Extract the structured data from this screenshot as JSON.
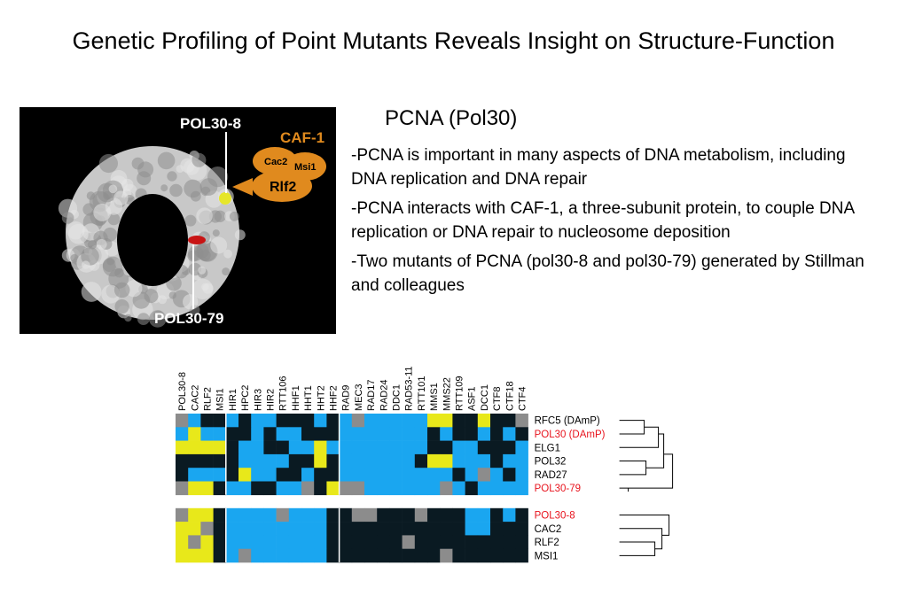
{
  "slide": {
    "title": "Genetic Profiling of Point Mutants Reveals Insight on Structure-Function"
  },
  "figure": {
    "labels": {
      "top": "POL30-8",
      "bottom": "POL30-79",
      "complex": "CAF-1",
      "subunits": [
        "Cac2",
        "Msi1",
        "Rlf2"
      ]
    },
    "colors": {
      "protein": "#c8c8c8",
      "site_top": "#e6e62a",
      "site_bottom": "#c81414",
      "caf1": "#e08a1e"
    }
  },
  "section": {
    "heading": "PCNA (Pol30)",
    "bullets": [
      "-PCNA is important in many aspects of DNA metabolism, including DNA replication and DNA repair",
      "-PCNA interacts with CAF-1, a three-subunit protein, to couple DNA replication or DNA repair to nucleosome deposition",
      "-Two mutants of PCNA (pol30-8 and pol30-79) generated by Stillman and colleagues"
    ]
  },
  "heatmap": {
    "columns": [
      "POL30-8",
      "CAC2",
      "RLF2",
      "MSI1",
      "HIR1",
      "HPC2",
      "HIR3",
      "HIR2",
      "RTT106",
      "HHF1",
      "HHT1",
      "HHT2",
      "HHF2",
      "RAD9",
      "MEC3",
      "RAD17",
      "RAD24",
      "DDC1",
      "RAD53-11",
      "RTT101",
      "MMS1",
      "MMS22",
      "RTT109",
      "ASF1",
      "DCC1",
      "CTF8",
      "CTF18",
      "CTF4"
    ],
    "highlight_color": "#e8141e",
    "groups": [
      {
        "rows": [
          {
            "label": "RFC5 (DAmP)",
            "highlight": false
          },
          {
            "label": "POL30 (DAmP)",
            "highlight": true
          },
          {
            "label": "ELG1",
            "highlight": false
          },
          {
            "label": "POL32",
            "highlight": false
          },
          {
            "label": "RAD27",
            "highlight": false
          },
          {
            "label": "POL30-79",
            "highlight": true
          }
        ],
        "cells": [
          "GBKKBKBBKKKBKBGBBBBBYYKKYKKG",
          "BYBBKKBKBBKKKBBBBBBBKBKKBKBK",
          "YYYYKBBKKBBYBBBBBBBBKKBBKKKB",
          "KKKKKBBBBKKYKBBBBBBKYYBBBKBB",
          "KBBBKYBBKKBKKBBBBBBBBBKBGBKB",
          "GYYKBBKKBBGKYGGBBBBBBGBKBBBB"
        ]
      },
      {
        "rows": [
          {
            "label": "POL30-8",
            "highlight": true
          },
          {
            "label": "CAC2",
            "highlight": false
          },
          {
            "label": "RLF2",
            "highlight": false
          },
          {
            "label": "MSI1",
            "highlight": false
          }
        ],
        "cells": [
          "GYYKBBBBGBBBKKGGKKKGKKKBBKBK",
          "YYGKBBBBBBBBKKKKKKKKKKKBBKKK",
          "YGYKBBBBBBBBKKKKKKGKKKKKKKKK",
          "YYYKBGBBBBBBKKKKKKKKKGKKKKKK"
        ]
      }
    ],
    "cell_colors": {
      "B": "#1aa6f0",
      "K": "#0a1a22",
      "Y": "#e8e81a",
      "G": "#8c8c8c"
    }
  }
}
